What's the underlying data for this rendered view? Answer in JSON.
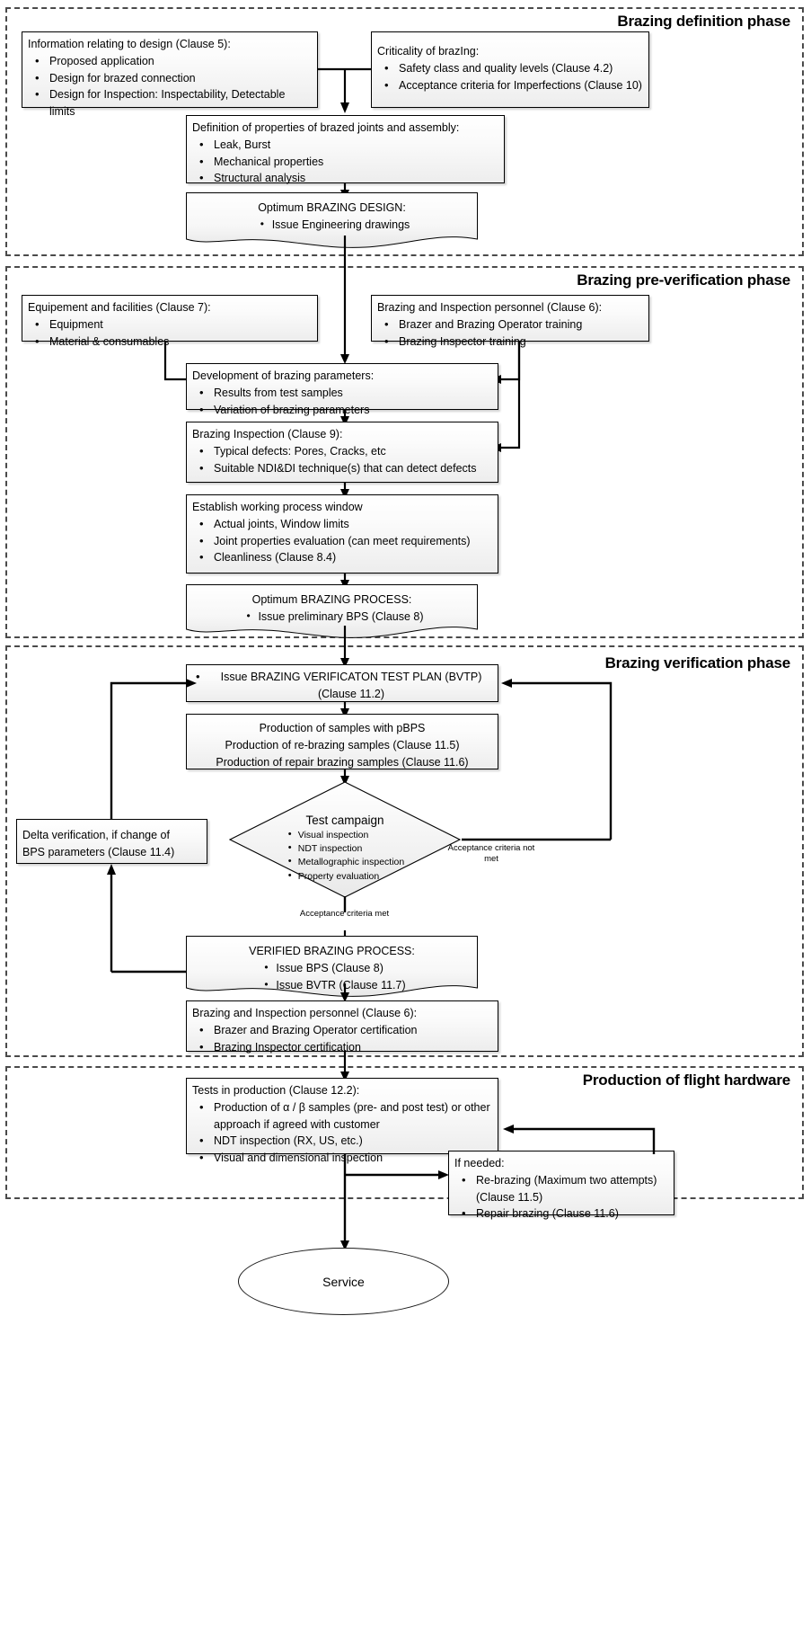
{
  "phases": [
    {
      "id": "definition",
      "label": "Brazing definition phase"
    },
    {
      "id": "pre_verification",
      "label": "Brazing pre-verification phase"
    },
    {
      "id": "verification",
      "label": "Brazing verification phase"
    },
    {
      "id": "production",
      "label": "Production of flight hardware"
    }
  ],
  "nodes": {
    "info_design": {
      "header": "Information relating to design (Clause 5):",
      "bullets": [
        "Proposed application",
        "Design for brazed connection",
        "Design for Inspection: Inspectability, Detectable limits"
      ]
    },
    "criticality": {
      "header": "Criticality of brazIng:",
      "bullets": [
        "Safety class and quality levels (Clause 4.2)",
        "Acceptance criteria for Imperfections (Clause 10)"
      ]
    },
    "definition_properties": {
      "header": "Definition of properties of brazed joints and assembly:",
      "bullets": [
        "Leak, Burst",
        "Mechanical properties",
        "Structural analysis"
      ]
    },
    "optimum_design": {
      "header": "Optimum BRAZING DESIGN:",
      "bullets": [
        "Issue Engineering drawings"
      ]
    },
    "equipment": {
      "header": "Equipement and facilities (Clause 7):",
      "bullets": [
        "Equipment",
        "Material & consumables"
      ]
    },
    "personnel_training": {
      "header": "Brazing and Inspection personnel (Clause 6):",
      "bullets": [
        "Brazer and Brazing Operator training",
        "Brazing Inspector training"
      ]
    },
    "development_params": {
      "header": "Development of brazing parameters:",
      "bullets": [
        "Results from test samples",
        "Variation of brazing parameters"
      ]
    },
    "brazing_inspection": {
      "header": "Brazing Inspection (Clause 9):",
      "bullets": [
        "Typical defects: Pores, Cracks, etc",
        "Suitable NDI&DI technique(s)  that can detect defects"
      ]
    },
    "process_window": {
      "header": "Establish working process window",
      "bullets": [
        "Actual joints, Window limits",
        "Joint properties evaluation (can meet requirements)",
        "Cleanliness (Clause 8.4)"
      ]
    },
    "optimum_process": {
      "header": "Optimum BRAZING PROCESS:",
      "bullets": [
        "Issue preliminary BPS (Clause 8)"
      ]
    },
    "bvtp": {
      "header": "",
      "bullets": [
        "Issue BRAZING VERIFICATON TEST PLAN (BVTP) (Clause 11.2)"
      ]
    },
    "production_samples": {
      "lines": [
        "Production of samples with pBPS",
        "Production of re-brazing samples (Clause 11.5)",
        "Production of repair brazing samples (Clause 11.6)"
      ]
    },
    "test_campaign": {
      "header": "Test campaign",
      "bullets": [
        "Visual inspection",
        "NDT inspection",
        "Metallographic inspection",
        "Property evaluation"
      ]
    },
    "delta_verification": {
      "lines": [
        "Delta verification, if change of",
        "BPS parameters (Clause 11.4)"
      ]
    },
    "verified_process": {
      "header": "VERIFIED BRAZING PROCESS:",
      "bullets": [
        "Issue BPS (Clause 8)",
        "Issue BVTR (Clause 11.7)"
      ]
    },
    "personnel_certification": {
      "header": "Brazing and Inspection personnel (Clause 6):",
      "bullets": [
        "Brazer and Brazing Operator certification",
        "Brazing Inspector certification"
      ]
    },
    "tests_in_production": {
      "header": "Tests in production (Clause 12.2):",
      "bullets": [
        "Production of α / β samples (pre- and post test) or other approach if agreed with customer",
        "NDT inspection (RX, US, etc.)",
        "Visual and dimensional inspection"
      ]
    },
    "if_needed": {
      "header": "If needed:",
      "bullets": [
        "Re-brazing (Maximum two attempts) (Clause 11.5)",
        "Repair brazing (Clause 11.6)"
      ]
    },
    "service": {
      "label": "Service"
    }
  },
  "edge_labels": {
    "not_met": "Acceptance criteria not met",
    "met": "Acceptance criteria met"
  },
  "colors": {
    "phase_border": "#4a4a4a",
    "box_border": "#000000",
    "box_fill_top": "#ffffff",
    "box_fill_bottom": "#ededed",
    "connector": "#000000",
    "text": "#000000"
  }
}
